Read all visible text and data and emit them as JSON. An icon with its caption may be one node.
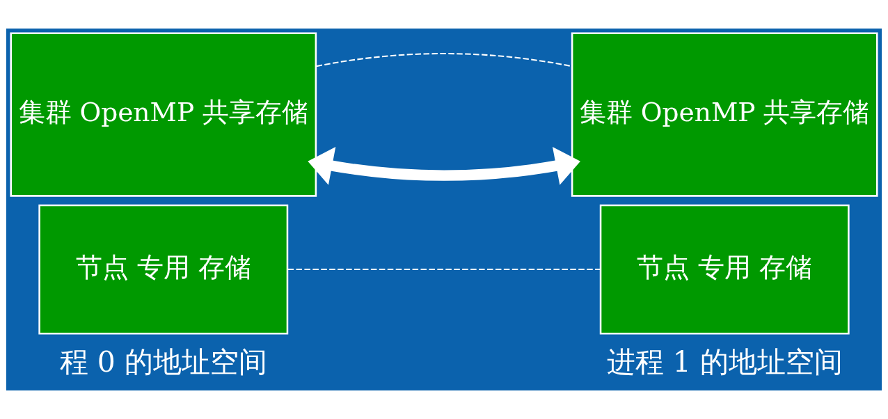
{
  "diagram": {
    "nodes": [
      {
        "text": [
          "集群 OpenMP 共享存储"
        ]
      },
      {
        "text": [
          "节点 专用 存储"
        ]
      },
      {
        "text": [
          "集群 OpenMP 共享存储"
        ]
      },
      {
        "text": [
          "节点 专用 存储"
        ]
      }
    ],
    "edges": [
      {
        "from": 0,
        "to": 2,
        "arrow": "both",
        "style": "thick"
      },
      {
        "from": 0,
        "to": 2,
        "arrow": "none",
        "style": "dashed"
      },
      {
        "from": 1,
        "to": 3,
        "arrow": "none",
        "style": "dashed"
      }
    ],
    "labels": [
      "程 0 的地址空间",
      "进程 1 的地址空间"
    ]
  }
}
